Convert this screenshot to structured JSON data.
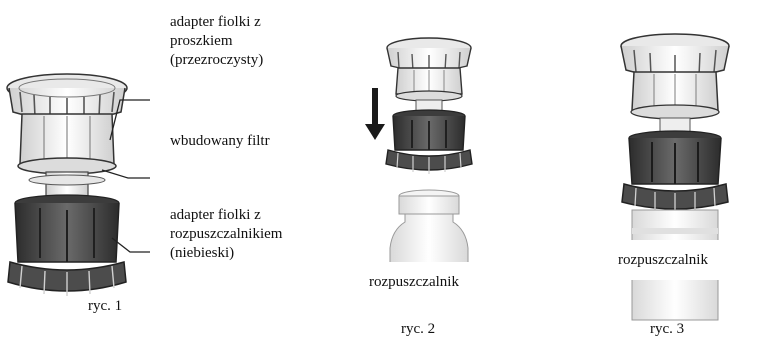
{
  "labels": {
    "powder_adapter": "adapter fiolki z\nproszkiem\n(przezroczysty)",
    "filter": "wbudowany filtr",
    "solvent_adapter": "adapter fiolki z\nrozpuszczalnikiem\n(niebieski)",
    "solvent_fig2": "rozpuszczalnik",
    "solvent_fig3": "rozpuszczalnik"
  },
  "captions": {
    "fig1": "ryc. 1",
    "fig2": "ryc. 2",
    "fig3": "ryc. 3"
  },
  "colors": {
    "clear_adapter": "#f2f2f2",
    "blue_adapter": "#4a4a4a",
    "vial": "#f4f4f4",
    "outline": "#3a3a3a"
  }
}
